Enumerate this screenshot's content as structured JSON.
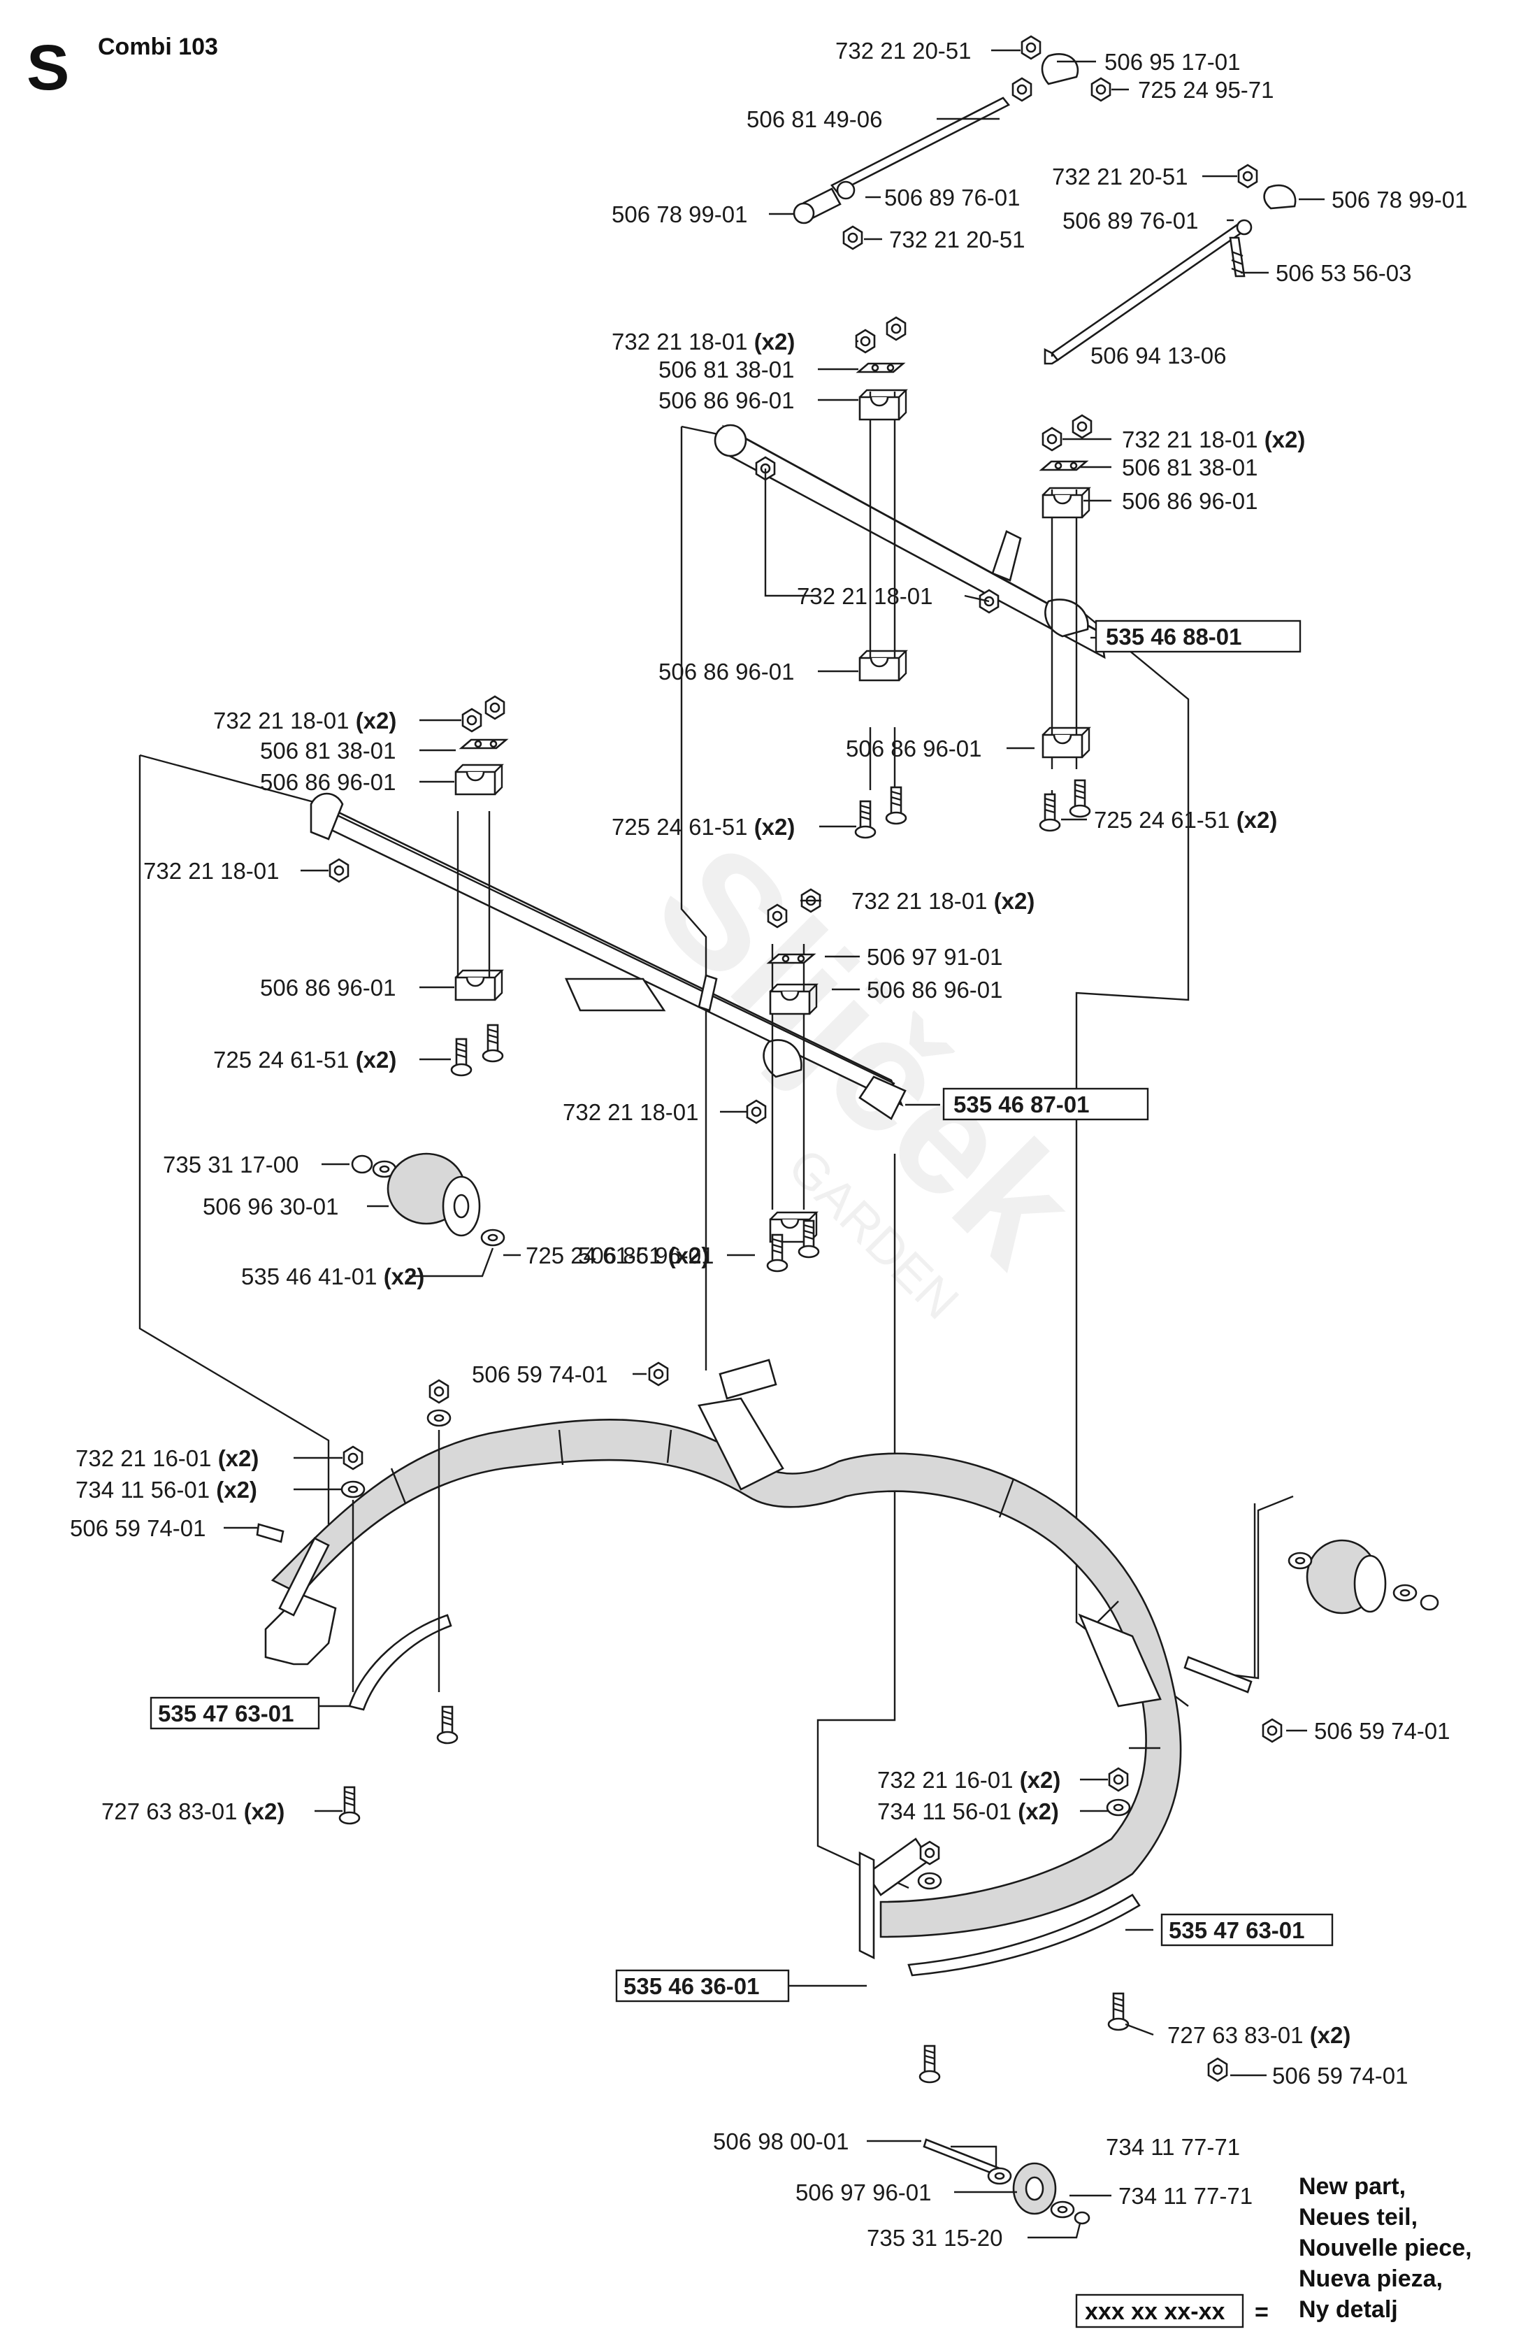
{
  "header": {
    "section": "S",
    "model": "Combi 103"
  },
  "labels": {
    "p01": "732 21 20-51",
    "p02": "506 95 17-01",
    "p03": "725 24 95-71",
    "p04": "506 81 49-06",
    "p05": "506 89 76-01",
    "p06": "506 78 99-01",
    "p07": "732 21 20-51",
    "p08": "732 21 20-51",
    "p09": "506 78 99-01",
    "p10": "506 89 76-01",
    "p11": "506 53 56-03",
    "p12": "506 94 13-06",
    "p13": "732 21 18-01",
    "p14": "506 81 38-01",
    "p15": "506 86 96-01",
    "p16": "732 21 18-01",
    "p17": "506 81 38-01",
    "p18": "506 86 96-01",
    "p19": "732 21 18-01",
    "p20": "506 86 96-01",
    "p21": "506 86 96-01",
    "p22": "725 24 61-51",
    "p23": "725 24 61-51",
    "p24": "732 21 18-01",
    "p25": "506 81 38-01",
    "p26": "506 86 96-01",
    "p27": "732 21 18-01",
    "p28": "732 21 18-01",
    "p29": "506 97 91-01",
    "p30": "506 86 96-01",
    "p31": "506 86 96-01",
    "p32": "725 24 61-51",
    "p33": "732 21 18-01",
    "p34": "735 31 17-00",
    "p35": "506 96 30-01",
    "p36": "506 86 96-01",
    "p37": "725 24 61-51",
    "p38": "535 46 41-01",
    "p39": "506 59 74-01",
    "p40": "732 21 16-01",
    "p41": "734 11 56-01",
    "p42": "506 59 74-01",
    "p43": "506 59 74-01",
    "p44": "727 63 83-01",
    "p45": "732 21 16-01",
    "p46": "734 11 56-01",
    "p47": "727 63 83-01",
    "p48": "506 59 74-01",
    "p49": "506 98 00-01",
    "p50": "734 11 77-71",
    "p51": "506 97 96-01",
    "p52": "734 11 77-71",
    "p53": "735 31 15-20"
  },
  "qty": "(x2)",
  "boxed": {
    "b1": "535 46 88-01",
    "b2": "535 46 87-01",
    "b3": "535 47 63-01",
    "b4": "535 47 63-01",
    "b5": "535 46 36-01"
  },
  "legend": {
    "box": "xxx xx xx-xx",
    "equals": "=",
    "lines": [
      "New part,",
      "Neues teil,",
      "Nouvelle piece,",
      "Nueva pieza,",
      "Ny detalj"
    ]
  },
  "watermark": {
    "brand": "Slijček",
    "sub": "GARDEN"
  }
}
